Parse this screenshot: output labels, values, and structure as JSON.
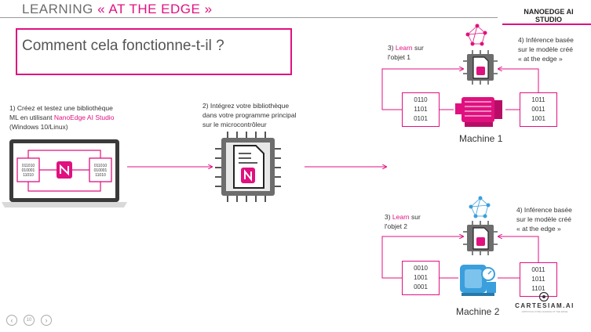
{
  "header": {
    "prefix": "LEARNING ",
    "highlight": "« AT THE EDGE »"
  },
  "logo": {
    "line1": "NANOEDGE AI",
    "line2": "STUDIO"
  },
  "title": "Comment cela fonctionne-t-il ?",
  "step1": {
    "text_a": "1) Créez et testez une bibliothèque",
    "text_b": "ML en utilisant ",
    "brand": "NanoEdge AI Studio",
    "text_c": "(Windows 10/Linux)"
  },
  "laptop": {
    "left_bits": [
      "011010",
      "010001",
      "11010"
    ],
    "right_bits": [
      "011010",
      "010001",
      "11010"
    ]
  },
  "step2": {
    "line1": "2) Intégrez votre bibliothèque",
    "line2": "dans votre programme principal",
    "line3": "sur le microcontrôleur"
  },
  "machine1": {
    "learn_prefix": "3) ",
    "learn_word": "Learn",
    "learn_suffix": " sur",
    "learn_line2": "l'objet 1",
    "infer_line1": "4) Inférence basée",
    "infer_line2": "sur le modèle créé",
    "infer_line3": "« at the edge »",
    "left_bits": [
      "0110",
      "1101",
      "0101"
    ],
    "right_bits": [
      "1011",
      "0011",
      "1001"
    ],
    "label": "Machine 1"
  },
  "machine2": {
    "learn_prefix": "3) ",
    "learn_word": "Learn",
    "learn_suffix": " sur",
    "learn_line2": "l'objet 2",
    "infer_line1": "4) Inférence basée",
    "infer_line2": "sur le modèle créé",
    "infer_line3": "« at the edge »",
    "left_bits": [
      "0010",
      "1001",
      "0001"
    ],
    "right_bits": [
      "0011",
      "1011",
      "1101"
    ],
    "label": "Machine 2"
  },
  "footer": {
    "brand": "CARTESIAM.AI",
    "tagline": "ARTIFICIAL INTELLIGENCE AT THE EDGE",
    "page_label": "10"
  },
  "colors": {
    "accent": "#e0117f",
    "blue": "#3a9fdc",
    "gray": "#6d6d6d"
  }
}
